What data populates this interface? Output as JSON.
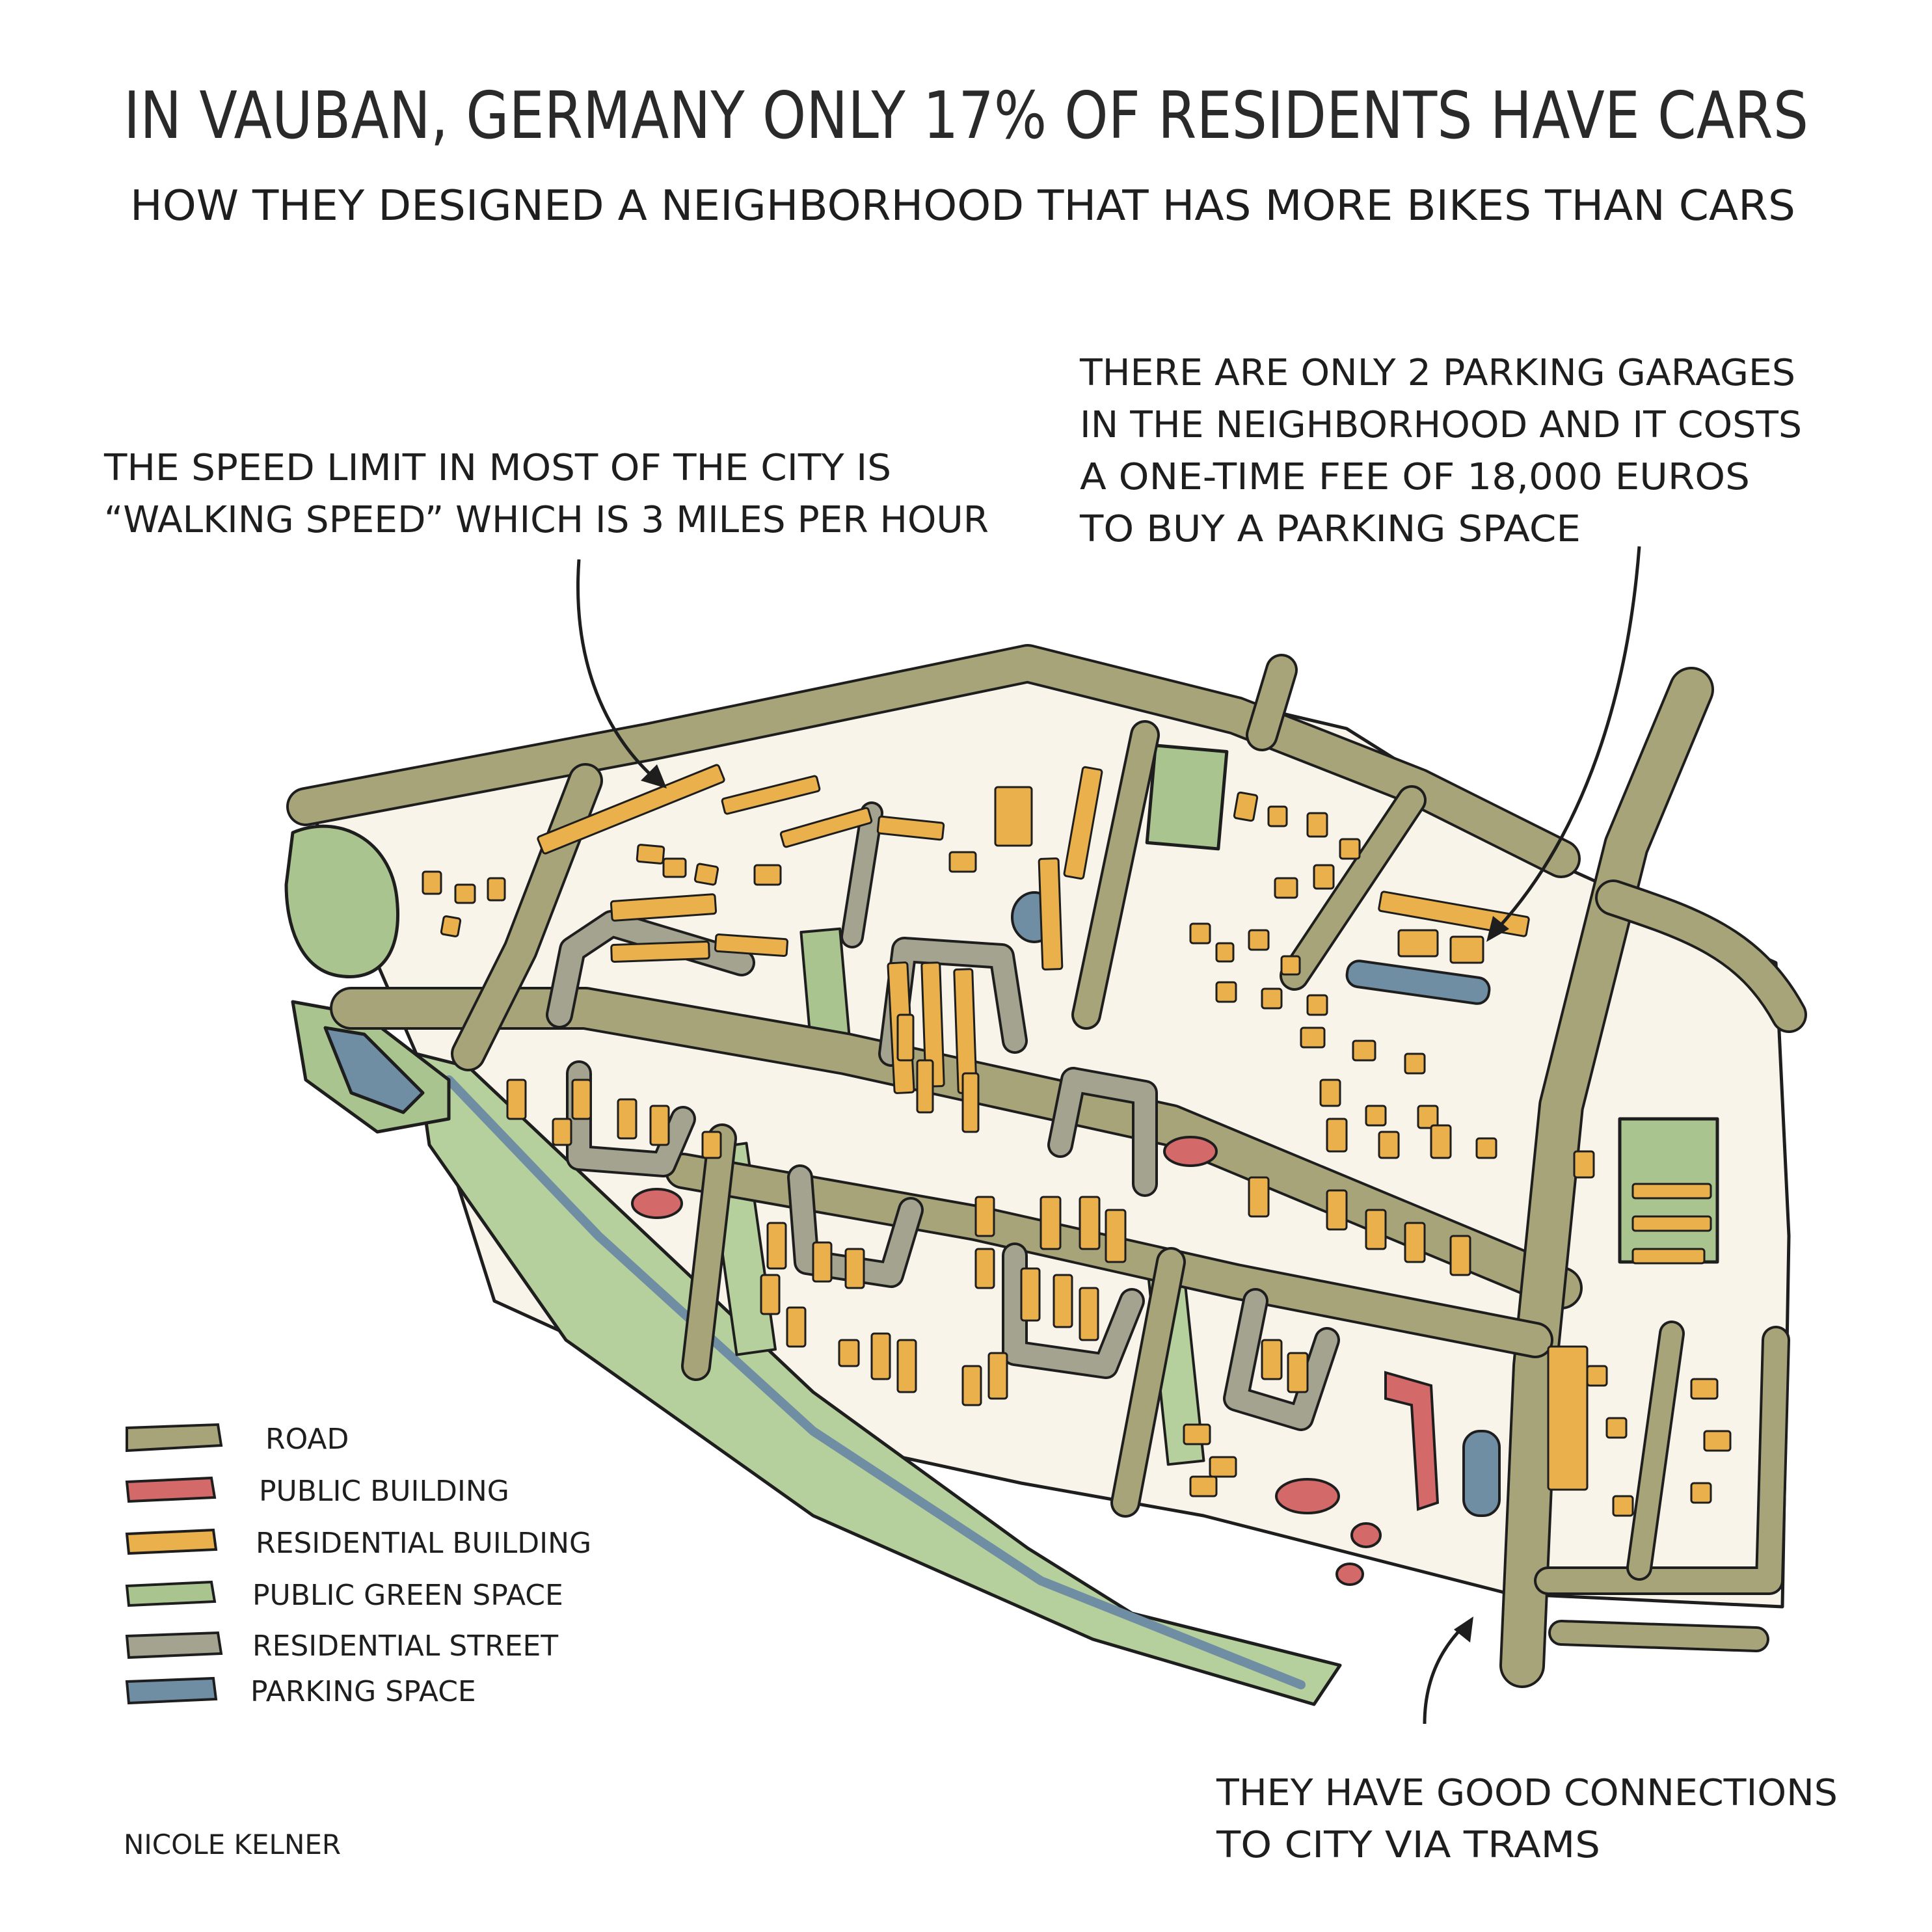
{
  "title": "IN VAUBAN, GERMANY ONLY 17% OF RESIDENTS HAVE CARS",
  "subtitle": "HOW THEY DESIGNED A NEIGHBORHOOD THAT HAS MORE BIKES THAN CARS",
  "annotations": {
    "speed_limit": {
      "lines": [
        "THE SPEED LIMIT IN MOST OF THE CITY IS",
        "“WALKING SPEED” WHICH IS 3 MILES PER HOUR"
      ]
    },
    "parking": {
      "lines": [
        "THERE ARE ONLY 2 PARKING GARAGES",
        "IN THE NEIGHBORHOOD AND IT COSTS",
        "A ONE-TIME FEE OF 18,000 EUROS",
        "TO BUY A PARKING SPACE"
      ]
    },
    "trams": {
      "lines": [
        "THEY HAVE GOOD CONNECTIONS",
        "TO CITY VIA TRAMS"
      ]
    }
  },
  "legend": [
    {
      "label": "ROAD",
      "color": "#a8a47a"
    },
    {
      "label": "PUBLIC BUILDING",
      "color": "#d4696a"
    },
    {
      "label": "RESIDENTIAL BUILDING",
      "color": "#e9b04b"
    },
    {
      "label": "PUBLIC GREEN SPACE",
      "color": "#a9c48f"
    },
    {
      "label": "RESIDENTIAL STREET",
      "color": "#a3a38f"
    },
    {
      "label": "PARKING SPACE",
      "color": "#6f8ea3"
    }
  ],
  "credit": "NICOLE KELNER",
  "colors": {
    "road": "#a8a47a",
    "public_building": "#d4696a",
    "residential_building": "#e9b04b",
    "green_space": "#a9c48f",
    "residential_street": "#a3a38f",
    "parking": "#6f8ea3",
    "block": "#f8f4ea",
    "ink": "#1e1e1e"
  }
}
